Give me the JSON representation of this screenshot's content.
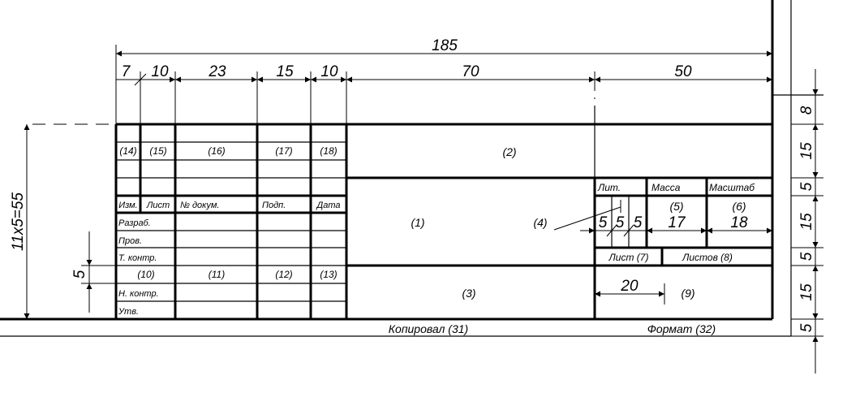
{
  "top_dimensions": {
    "overall": "185",
    "segments": [
      "7",
      "10",
      "23",
      "15",
      "10",
      "70",
      "50"
    ]
  },
  "right_dimensions": [
    "8",
    "15",
    "5",
    "15",
    "5",
    "15",
    "5"
  ],
  "left_dimension": "11x5=55",
  "left_small_dimension": "5",
  "fields": {
    "f2": "(2)",
    "f1": "(1)",
    "f3": "(3)",
    "f4": "(4)",
    "f5": "(5)",
    "f6": "(6)",
    "f9": "(9)",
    "row_markers": [
      "(14)",
      "(15)",
      "(16)",
      "(17)",
      "(18)"
    ],
    "lower_markers": [
      "(10)",
      "(11)",
      "(12)",
      "(13)"
    ]
  },
  "header_labels": [
    "Изм.",
    "Лист",
    "№ докум.",
    "Подп.",
    "Дата"
  ],
  "role_labels": [
    "Разраб.",
    "Пров.",
    "Т. контр.",
    "Н. контр.",
    "Утв."
  ],
  "right_block": {
    "lit": "Лит.",
    "mass": "Масса",
    "scale": "Масштаб",
    "lit_widths": [
      "5",
      "5",
      "5"
    ],
    "mass_width": "17",
    "scale_width": "18",
    "sheet": "Лист (7)",
    "sheets": "Листов (8)",
    "width_20": "20"
  },
  "bottom_labels": {
    "copied": "Копировал (31)",
    "format": "Формат (32)"
  }
}
